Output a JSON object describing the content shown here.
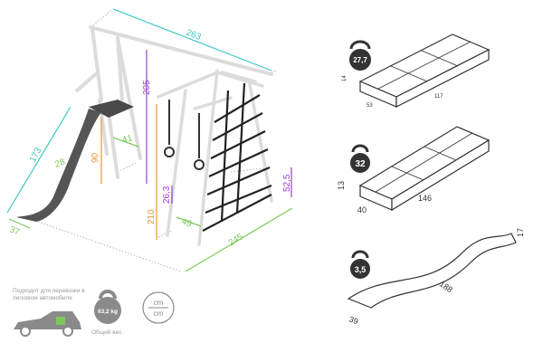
{
  "colors": {
    "cyan": "#3cc8c0",
    "purple": "#9b3fd6",
    "orange": "#e8962e",
    "green": "#7cc95a",
    "frame": "#e2e2e2",
    "dark": "#555555",
    "icon": "#8a8a8a"
  },
  "dimensions": {
    "top_bar_length": "263",
    "swing_height": "205",
    "slide_length": "173",
    "slide_width": "28",
    "slide_base": "37",
    "platform_height": "90",
    "step_width": "41",
    "ladder_height": "210",
    "rung_spacing": "26,3",
    "rung_width": "49",
    "base_length": "245",
    "net_height": "52,5"
  },
  "packages": [
    {
      "weight": "27,7",
      "height": "14",
      "width": "53",
      "length": "117"
    },
    {
      "weight": "32",
      "height": "13",
      "width": "40",
      "length": "146"
    },
    {
      "weight": "3,5",
      "height": "17",
      "width": "39",
      "length": "188"
    }
  ],
  "footer": {
    "car_note": "Подходит для перевозки в легковом автомобиле",
    "total_weight": "63,2 kg",
    "total_weight_label": "Общий вес",
    "unit_top": "cm",
    "unit_bottom": "cm"
  }
}
